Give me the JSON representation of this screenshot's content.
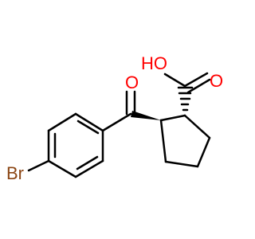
{
  "molecule": {
    "atom_labels": {
      "bromine": "Br",
      "ketone_oxygen": "O",
      "hydroxyl": "HO",
      "acid_oxygen": "O"
    },
    "colors": {
      "bond": "#000000",
      "oxygen": "#ff0000",
      "bromine": "#8b4513"
    }
  }
}
